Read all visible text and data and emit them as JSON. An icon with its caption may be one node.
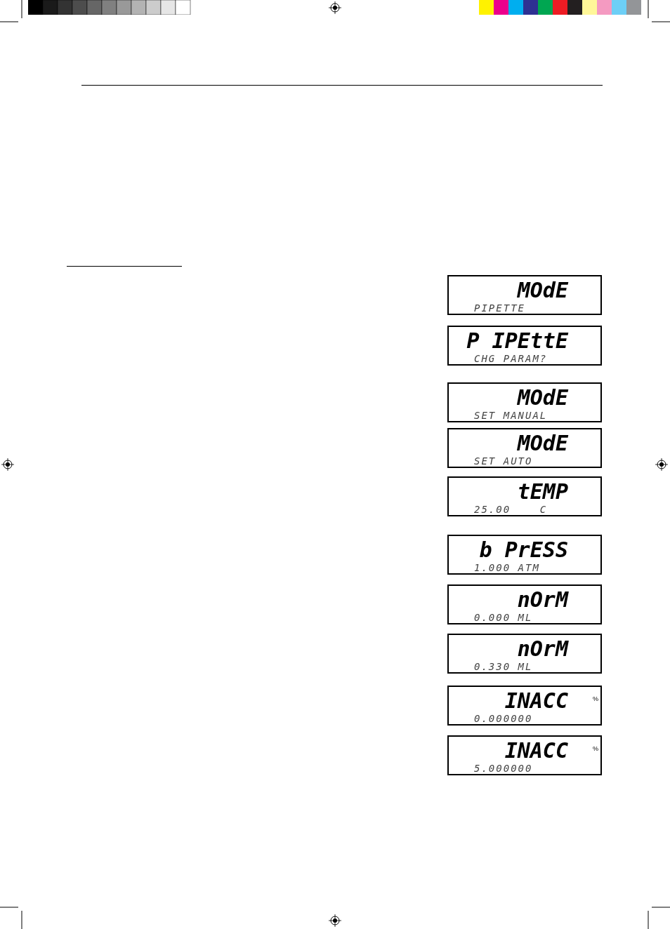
{
  "diagram": {
    "nodes": [
      {
        "text": [
          "MOdE",
          "PIPETTE"
        ]
      },
      {
        "text": [
          "P IPEttE",
          "CHG PARAM?"
        ]
      },
      {
        "text": [
          "MOdE",
          "SET MANUAL"
        ]
      },
      {
        "text": [
          "MOdE",
          "SET AUTO"
        ]
      },
      {
        "text": [
          "tEMP",
          "25.00    C"
        ]
      },
      {
        "text": [
          "b PrESS",
          "1.000 ATM"
        ]
      },
      {
        "text": [
          "nOrM",
          "0.000 ML"
        ]
      },
      {
        "text": [
          "nOrM",
          "0.330 ML"
        ]
      },
      {
        "text": [
          "INACC",
          "0.000000",
          "%"
        ]
      },
      {
        "text": [
          "INACC",
          "5.000000",
          "%"
        ]
      }
    ],
    "edges": []
  }
}
